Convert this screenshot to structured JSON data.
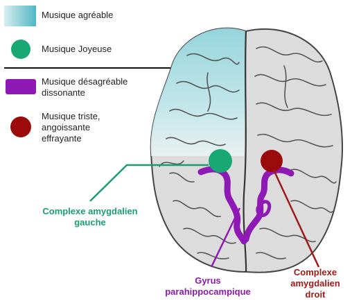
{
  "legend": {
    "pleasant": {
      "label": "Musique agréable",
      "icon": "teal-gradient-swatch",
      "color": "#4fb7c5"
    },
    "joyful": {
      "label": "Musique Joyeuse",
      "icon": "green-circle",
      "color": "#17a873"
    },
    "dissonant": {
      "label_line1": "Musique désagréable",
      "label_line2": "dissonante",
      "icon": "purple-bar",
      "color": "#8e19b4"
    },
    "sad": {
      "label_line1": "Musique triste,",
      "label_line2": "angoissante",
      "label_line3": "effrayante",
      "icon": "red-circle",
      "color": "#9c0b0b"
    }
  },
  "callouts": {
    "left_amygdala": {
      "line1": "Complexe amygdalien",
      "line2": "gauche"
    },
    "parahippocampal": {
      "line1": "Gyrus",
      "line2": "parahippocampique"
    },
    "right_amygdala": {
      "line1": "Complexe",
      "line2": "amygdalien",
      "line3": "droit"
    }
  }
}
